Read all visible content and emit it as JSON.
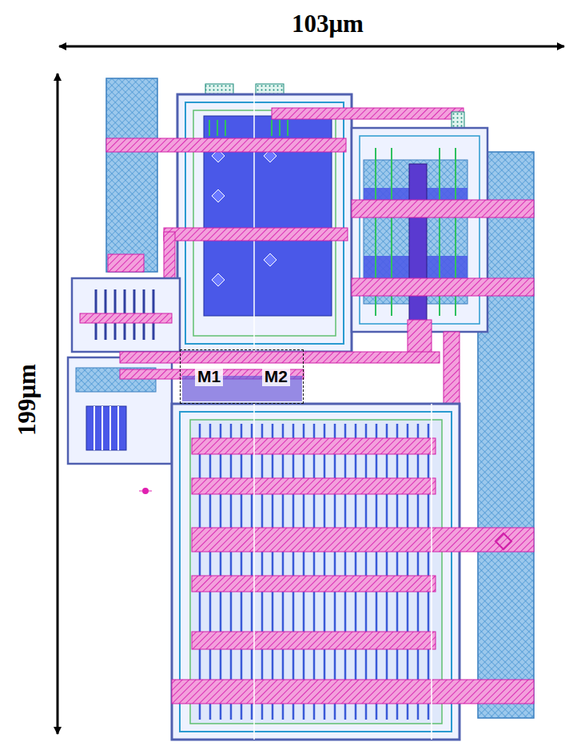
{
  "diagram": {
    "nodes": [
      {
        "text": [
          "M1",
          "M2"
        ]
      }
    ],
    "labels": [
      "103μm",
      "199μm"
    ]
  }
}
